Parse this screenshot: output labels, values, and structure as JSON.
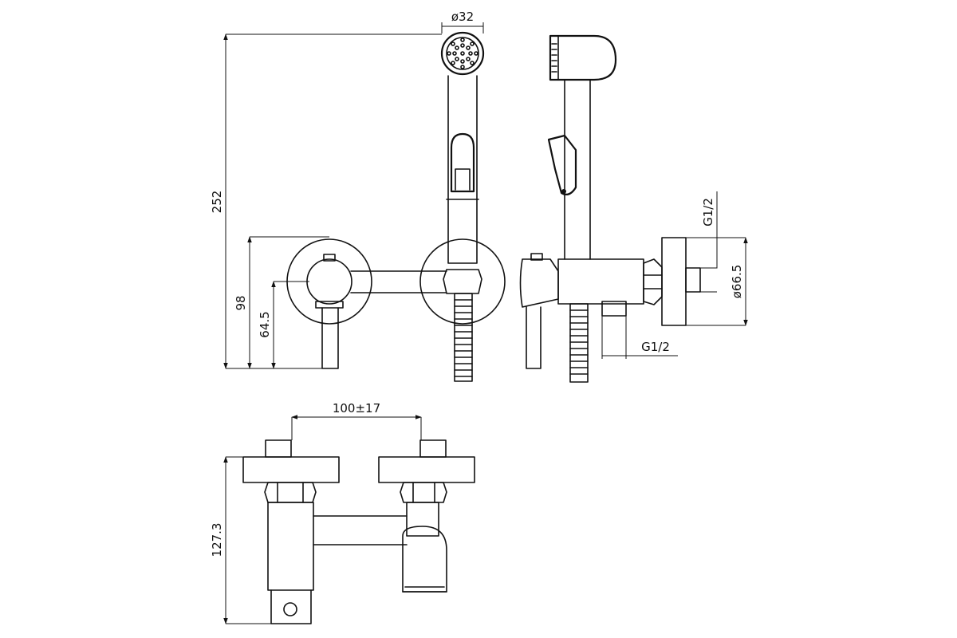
{
  "dimensions": {
    "spray_head_diameter": "ø32",
    "overall_height": "252",
    "height_98": "98",
    "height_64_5": "64.5",
    "connection_top": "G1/2",
    "flange_diameter": "ø66.5",
    "connection_bottom": "G1/2",
    "center_distance": "100±17",
    "bottom_height": "127.3"
  }
}
